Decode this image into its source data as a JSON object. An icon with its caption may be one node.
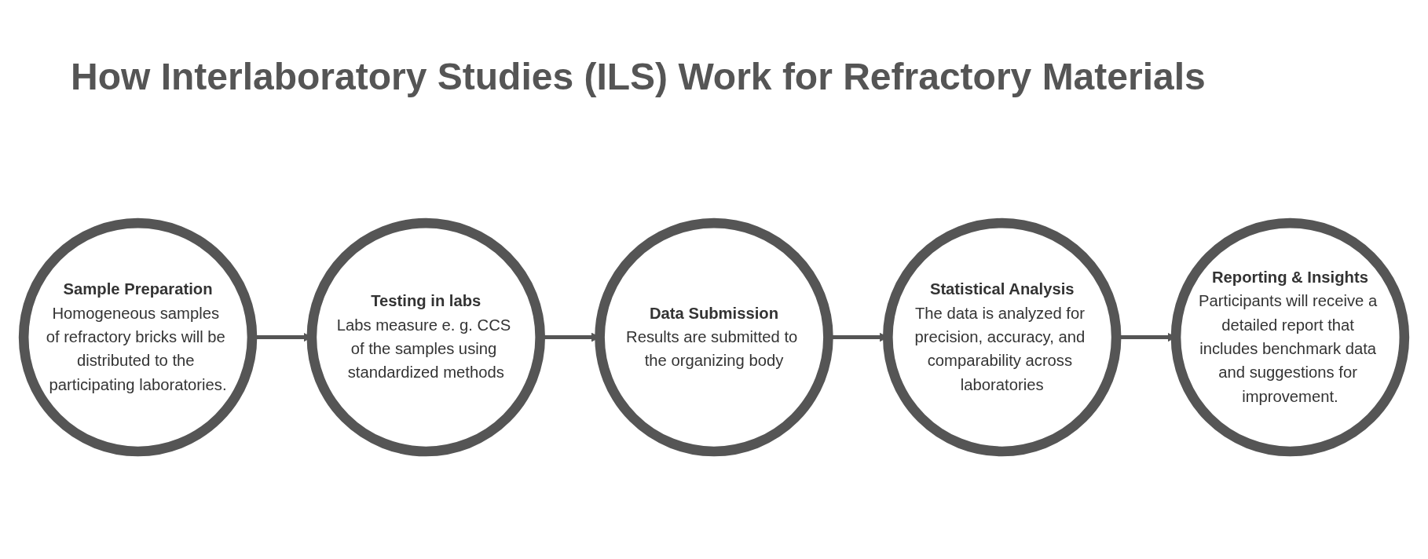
{
  "diagram": {
    "title": "How Interlaboratory Studies (ILS) Work for Refractory Materials",
    "nodes": [
      {
        "text": [
          "Sample Preparation",
          "Homogeneous samples of refractory bricks will be distributed to the participating laboratories."
        ]
      },
      {
        "text": [
          "Testing in labs",
          "Labs measure e. g. CCS of the samples using standardized methods"
        ]
      },
      {
        "text": [
          "Data Submission",
          "Results are submitted to the organizing body"
        ]
      },
      {
        "text": [
          "Statistical Analysis",
          "The data is analyzed for precision, accuracy, and comparability across laboratories"
        ]
      },
      {
        "text": [
          "Reporting & Insights",
          "Participants will receive a detailed report that includes benchmark data and suggestions for improvement."
        ]
      }
    ],
    "edges": [
      {
        "from": 0,
        "to": 1,
        "arrow": "to"
      },
      {
        "from": 1,
        "to": 2,
        "arrow": "to"
      },
      {
        "from": 2,
        "to": 3,
        "arrow": "to"
      },
      {
        "from": 3,
        "to": 4,
        "arrow": "to"
      }
    ]
  }
}
